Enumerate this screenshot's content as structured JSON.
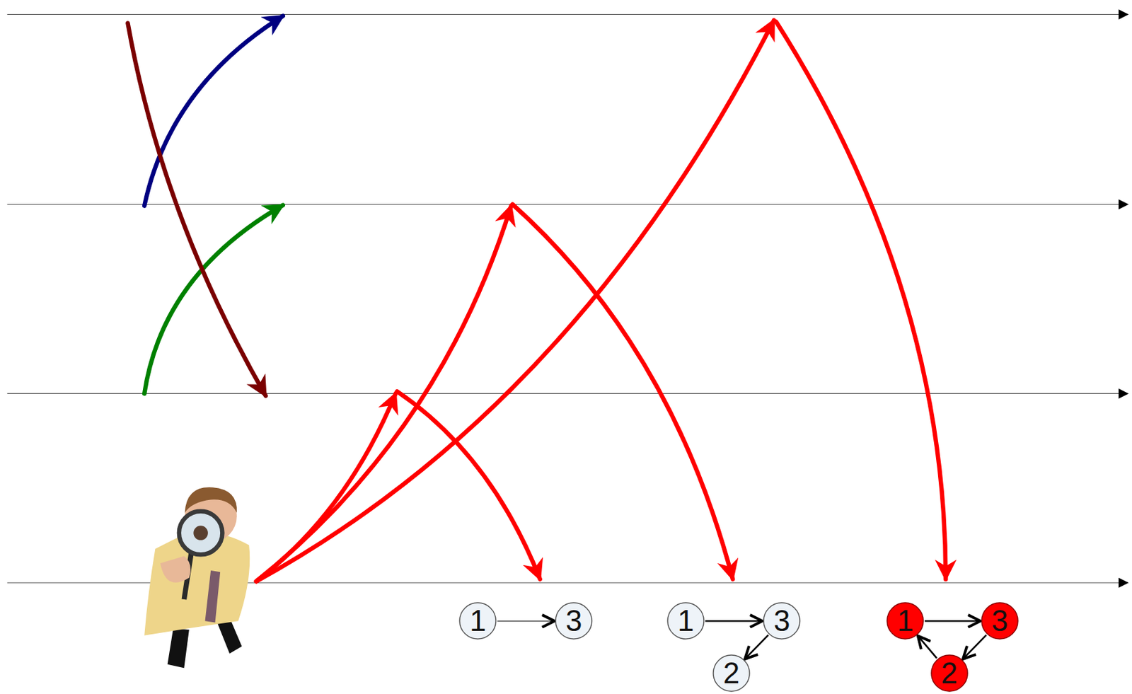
{
  "diagram": {
    "nodes": [
      {
        "text": [
          "1"
        ]
      },
      {
        "text": [
          "3"
        ]
      },
      {
        "text": [
          "1"
        ]
      },
      {
        "text": [
          "3"
        ]
      },
      {
        "text": [
          "2"
        ]
      },
      {
        "text": [
          "1"
        ]
      },
      {
        "text": [
          "3"
        ]
      },
      {
        "text": [
          "2"
        ]
      }
    ],
    "edges": [
      {
        "from": 0,
        "to": 1,
        "arrow": "to"
      },
      {
        "from": 2,
        "to": 3,
        "arrow": "to"
      },
      {
        "from": 3,
        "to": 4,
        "arrow": "to"
      },
      {
        "from": 5,
        "to": 6,
        "arrow": "to"
      },
      {
        "from": 6,
        "to": 7,
        "arrow": "to"
      },
      {
        "from": 7,
        "to": 5,
        "arrow": "to"
      }
    ]
  }
}
